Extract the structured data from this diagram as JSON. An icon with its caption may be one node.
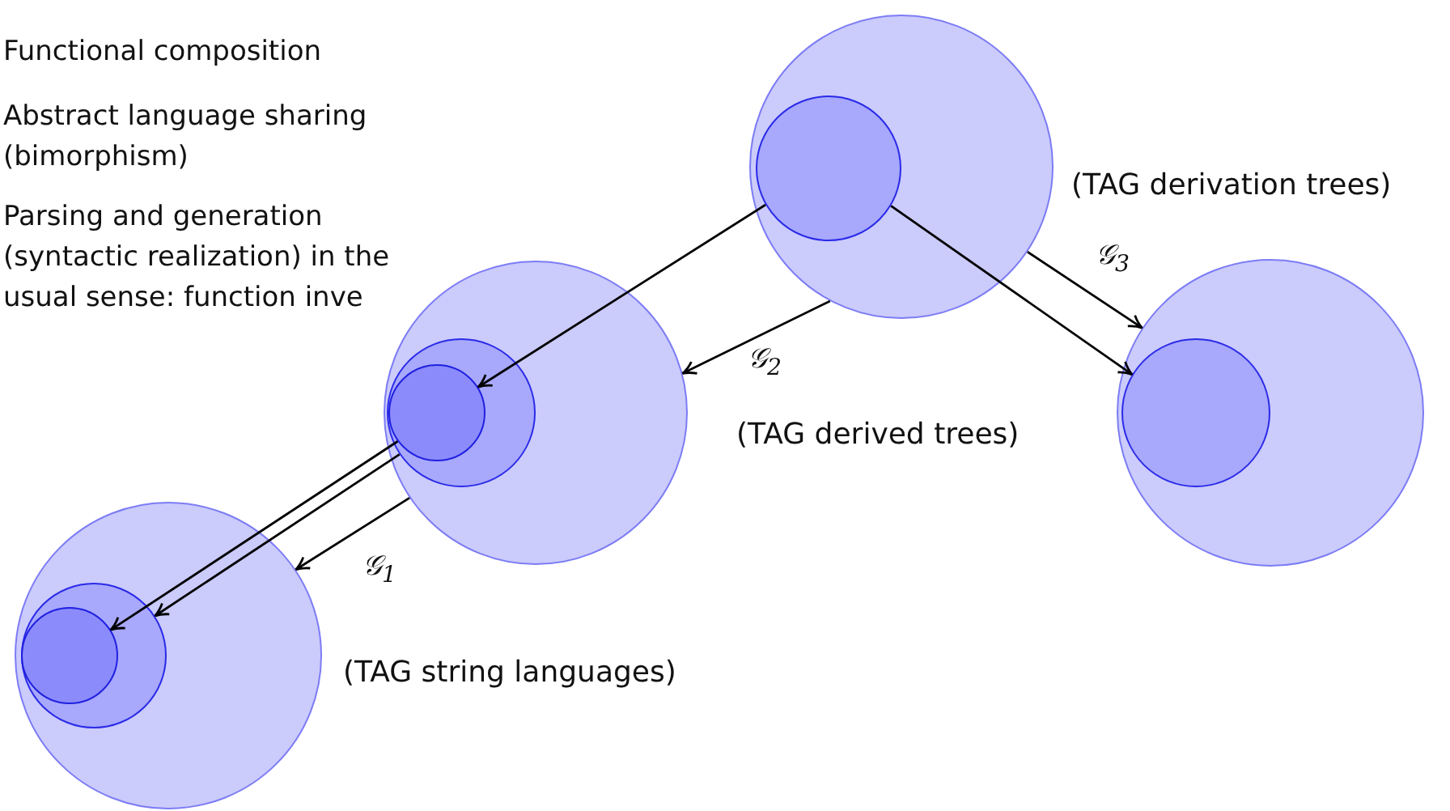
{
  "diagram": {
    "nodes": [
      {
        "text": [],
        "shape": "circle",
        "beside": [
          "(TAG derivation trees)"
        ]
      },
      {
        "text": [],
        "shape": "circle",
        "in": 0
      },
      {
        "text": [],
        "shape": "circle",
        "beside": [
          "(TAG derived trees)"
        ]
      },
      {
        "text": [],
        "shape": "circle",
        "in": 2
      },
      {
        "text": [],
        "shape": "circle",
        "in": 3
      },
      {
        "text": [],
        "shape": "circle"
      },
      {
        "text": [],
        "shape": "circle",
        "in": 5
      },
      {
        "text": [],
        "shape": "circle",
        "beside": [
          "(TAG string languages)"
        ]
      },
      {
        "text": [],
        "shape": "circle",
        "in": 7
      },
      {
        "text": [],
        "shape": "circle",
        "in": 8
      }
    ],
    "edges": [
      {
        "from": 1,
        "to": 4,
        "arrow": "to"
      },
      {
        "from": 0,
        "to": 2,
        "arrow": "to",
        "label": "𝒢$_{2}$"
      },
      {
        "from": 1,
        "to": 6,
        "arrow": "to"
      },
      {
        "from": 0,
        "to": 5,
        "arrow": "to",
        "label": "𝒢$_{3}$"
      },
      {
        "from": 4,
        "to": 9,
        "arrow": "to"
      },
      {
        "from": 3,
        "to": 8,
        "arrow": "to"
      },
      {
        "from": 2,
        "to": 7,
        "arrow": "to",
        "label": "𝒢$_{1}$"
      }
    ],
    "labels": [
      "Functional composition",
      "Abstract language sharing (bimorphism)",
      "Parsing and generation (syntactic realization) in the usual sense: function inve"
    ]
  }
}
